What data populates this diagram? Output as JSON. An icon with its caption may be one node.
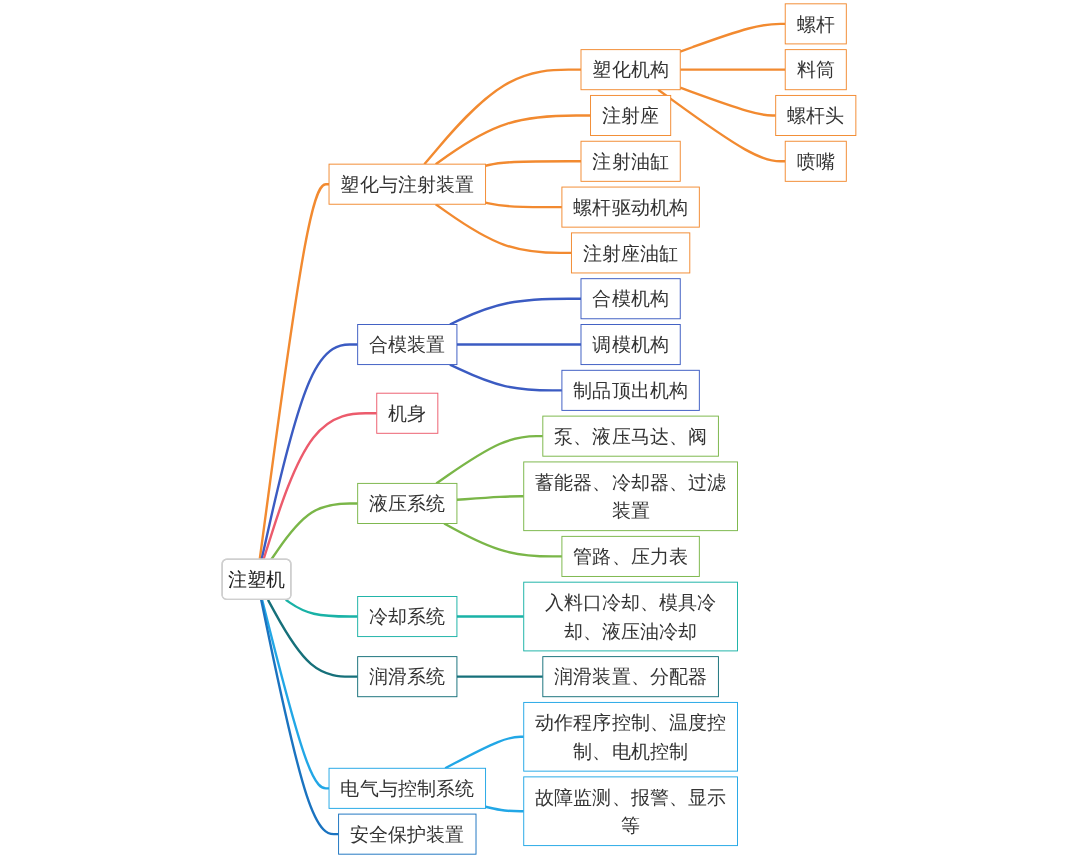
{
  "diagram": {
    "nodes": [
      {
        "text": [
          "注塑机"
        ]
      },
      {
        "text": [
          "塑化与注射装置"
        ]
      },
      {
        "text": [
          "塑化机构"
        ]
      },
      {
        "text": [
          "螺杆"
        ]
      },
      {
        "text": [
          "料筒"
        ]
      },
      {
        "text": [
          "螺杆头"
        ]
      },
      {
        "text": [
          "喷嘴"
        ]
      },
      {
        "text": [
          "注射座"
        ]
      },
      {
        "text": [
          "注射油缸"
        ]
      },
      {
        "text": [
          "螺杆驱动机构"
        ]
      },
      {
        "text": [
          "注射座油缸"
        ]
      },
      {
        "text": [
          "合模装置"
        ]
      },
      {
        "text": [
          "合模机构"
        ]
      },
      {
        "text": [
          "调模机构"
        ]
      },
      {
        "text": [
          "制品顶出机构"
        ]
      },
      {
        "text": [
          "机身"
        ]
      },
      {
        "text": [
          "液压系统"
        ]
      },
      {
        "text": [
          "泵、液压马达、阀"
        ]
      },
      {
        "text": [
          "蓄能器、冷却器、过滤装置"
        ]
      },
      {
        "text": [
          "管路、压力表"
        ]
      },
      {
        "text": [
          "冷却系统"
        ]
      },
      {
        "text": [
          "入料口冷却、模具冷却、液压油冷却"
        ]
      },
      {
        "text": [
          "润滑系统"
        ]
      },
      {
        "text": [
          "润滑装置、分配器"
        ]
      },
      {
        "text": [
          "电气与控制系统"
        ]
      },
      {
        "text": [
          "动作程序控制、温度控制、电机控制"
        ]
      },
      {
        "text": [
          "故障监测、报警、显示等"
        ]
      },
      {
        "text": [
          "安全保护装置"
        ]
      }
    ],
    "edges": [
      {
        "from": 0,
        "to": 1,
        "arrow": "none",
        "color": "#f28a30"
      },
      {
        "from": 1,
        "to": 2,
        "arrow": "none",
        "color": "#f28a30"
      },
      {
        "from": 2,
        "to": 3,
        "arrow": "none",
        "color": "#f28a30"
      },
      {
        "from": 2,
        "to": 4,
        "arrow": "none",
        "color": "#f28a30"
      },
      {
        "from": 2,
        "to": 5,
        "arrow": "none",
        "color": "#f28a30"
      },
      {
        "from": 2,
        "to": 6,
        "arrow": "none",
        "color": "#f28a30"
      },
      {
        "from": 1,
        "to": 7,
        "arrow": "none",
        "color": "#f28a30"
      },
      {
        "from": 1,
        "to": 8,
        "arrow": "none",
        "color": "#f28a30"
      },
      {
        "from": 1,
        "to": 9,
        "arrow": "none",
        "color": "#f28a30"
      },
      {
        "from": 1,
        "to": 10,
        "arrow": "none",
        "color": "#f28a30"
      },
      {
        "from": 0,
        "to": 11,
        "arrow": "none",
        "color": "#3b5bc2"
      },
      {
        "from": 11,
        "to": 12,
        "arrow": "none",
        "color": "#3b5bc2"
      },
      {
        "from": 11,
        "to": 13,
        "arrow": "none",
        "color": "#3b5bc2"
      },
      {
        "from": 11,
        "to": 14,
        "arrow": "none",
        "color": "#3b5bc2"
      },
      {
        "from": 0,
        "to": 15,
        "arrow": "none",
        "color": "#ec5b6c"
      },
      {
        "from": 0,
        "to": 16,
        "arrow": "none",
        "color": "#7ab648"
      },
      {
        "from": 16,
        "to": 17,
        "arrow": "none",
        "color": "#7ab648"
      },
      {
        "from": 16,
        "to": 18,
        "arrow": "none",
        "color": "#7ab648"
      },
      {
        "from": 16,
        "to": 19,
        "arrow": "none",
        "color": "#7ab648"
      },
      {
        "from": 0,
        "to": 20,
        "arrow": "none",
        "color": "#19b2a6"
      },
      {
        "from": 20,
        "to": 21,
        "arrow": "none",
        "color": "#19b2a6"
      },
      {
        "from": 0,
        "to": 22,
        "arrow": "none",
        "color": "#16707a"
      },
      {
        "from": 22,
        "to": 23,
        "arrow": "none",
        "color": "#16707a"
      },
      {
        "from": 0,
        "to": 24,
        "arrow": "none",
        "color": "#22a7e6"
      },
      {
        "from": 24,
        "to": 25,
        "arrow": "none",
        "color": "#22a7e6"
      },
      {
        "from": 24,
        "to": 26,
        "arrow": "none",
        "color": "#22a7e6"
      },
      {
        "from": 0,
        "to": 27,
        "arrow": "none",
        "color": "#1a73c0"
      }
    ]
  }
}
